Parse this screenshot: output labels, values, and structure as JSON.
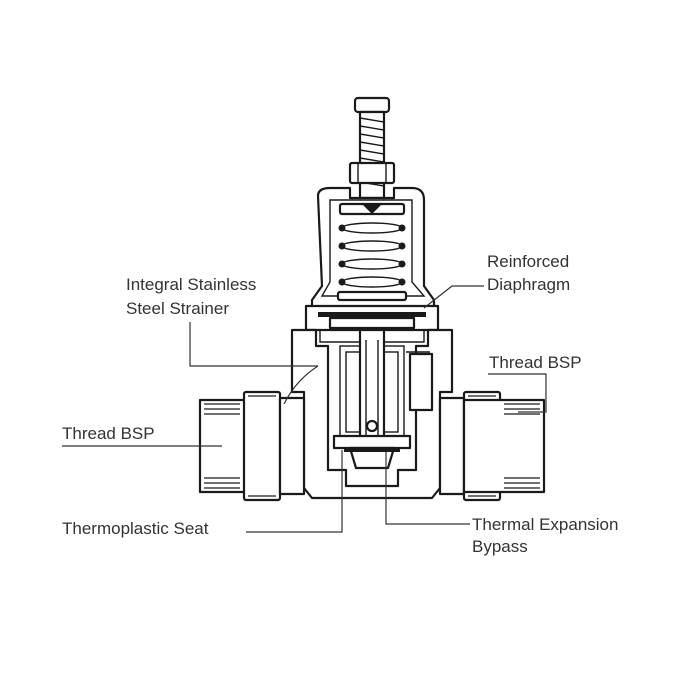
{
  "labels": {
    "strainer_line1": "Integral Stainless",
    "strainer_line2": "Steel Strainer",
    "diaphragm_line1": "Reinforced",
    "diaphragm_line2": "Diaphragm",
    "thread_right": "Thread BSP",
    "thread_left": "Thread BSP",
    "seat": "Thermoplastic Seat",
    "bypass_line1": "Thermal Expansion",
    "bypass_line2": "Bypass"
  },
  "colors": {
    "line": "#1a1a1a",
    "text": "#333333",
    "background": "#ffffff"
  }
}
